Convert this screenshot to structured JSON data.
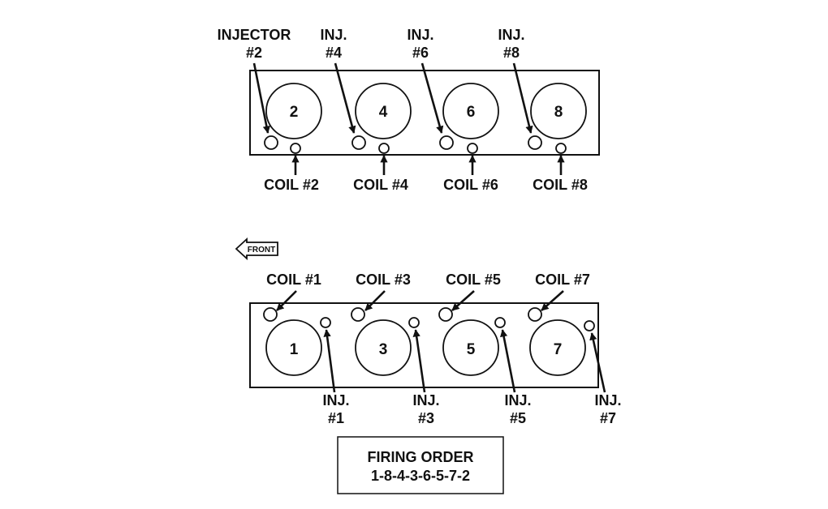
{
  "top_bank": {
    "cylinders": [
      {
        "number": "2",
        "injector_line1": "INJECTOR",
        "injector_line2": "#2",
        "coil": "COIL #2"
      },
      {
        "number": "4",
        "injector_line1": "INJ.",
        "injector_line2": "#4",
        "coil": "COIL #4"
      },
      {
        "number": "6",
        "injector_line1": "INJ.",
        "injector_line2": "#6",
        "coil": "COIL #6"
      },
      {
        "number": "8",
        "injector_line1": "INJ.",
        "injector_line2": "#8",
        "coil": "COIL #8"
      }
    ]
  },
  "front_indicator": {
    "label": "FRONT",
    "direction": "left"
  },
  "bottom_bank": {
    "cylinders": [
      {
        "number": "1",
        "coil": "COIL #1",
        "injector_line1": "INJ.",
        "injector_line2": "#1"
      },
      {
        "number": "3",
        "coil": "COIL #3",
        "injector_line1": "INJ.",
        "injector_line2": "#3"
      },
      {
        "number": "5",
        "coil": "COIL #5",
        "injector_line1": "INJ.",
        "injector_line2": "#5"
      },
      {
        "number": "7",
        "coil": "COIL #7",
        "injector_line1": "INJ.",
        "injector_line2": "#7"
      }
    ]
  },
  "firing_order": {
    "title": "FIRING ORDER",
    "sequence": "1-8-4-3-6-5-7-2"
  }
}
